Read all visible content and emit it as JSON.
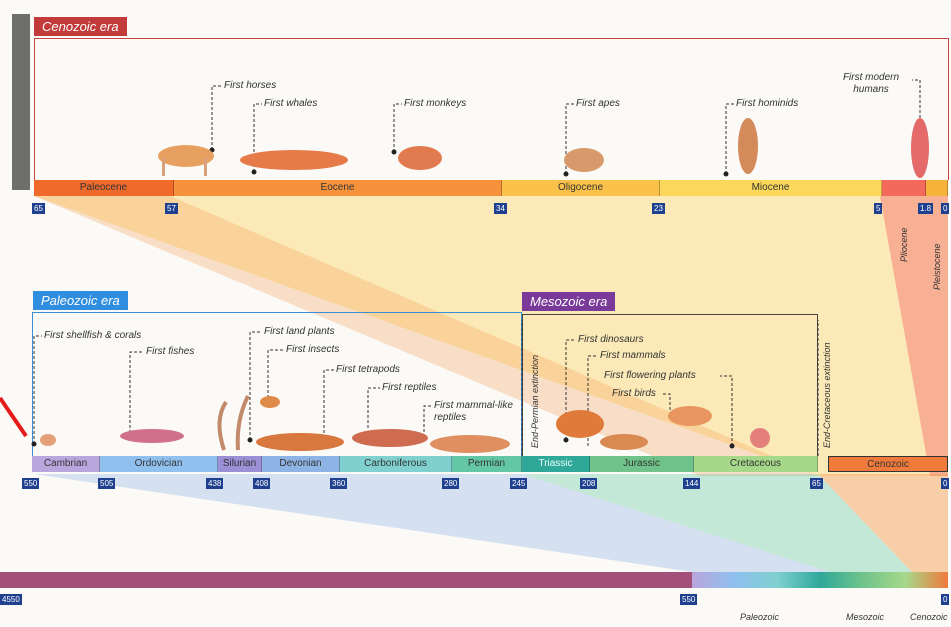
{
  "cenozoic": {
    "title": "Cenozoic era",
    "periods": [
      {
        "label": "Paleocene",
        "color": "#f06a2c"
      },
      {
        "label": "Eocene",
        "color": "#f6923c"
      },
      {
        "label": "Oligocene",
        "color": "#fbc24a"
      },
      {
        "label": "Miocene",
        "color": "#fcd85a"
      },
      {
        "label": "",
        "color": "#f36a5c"
      },
      {
        "label": "",
        "color": "#f7b23b"
      }
    ],
    "ticks": [
      "65",
      "57",
      "34",
      "23",
      "5",
      "1.8",
      "0"
    ],
    "vertical_labels": [
      "Pliocene",
      "Pleistocene"
    ],
    "events": [
      {
        "label": "First horses"
      },
      {
        "label": "First whales"
      },
      {
        "label": "First monkeys"
      },
      {
        "label": "First apes"
      },
      {
        "label": "First hominids"
      },
      {
        "label": "First modern humans"
      }
    ]
  },
  "paleozoic": {
    "title": "Paleozoic era",
    "periods": [
      {
        "label": "Cambrian",
        "color": "#b9a6dd"
      },
      {
        "label": "Ordovician",
        "color": "#8fc0ee"
      },
      {
        "label": "Silurian",
        "color": "#9b8fd6"
      },
      {
        "label": "Devonian",
        "color": "#8eb4e6"
      },
      {
        "label": "Carboniferous",
        "color": "#7fd0cf"
      },
      {
        "label": "Permian",
        "color": "#63c7a6"
      }
    ],
    "ticks": [
      "550",
      "505",
      "438",
      "408",
      "360",
      "280",
      "245"
    ],
    "events": [
      {
        "label": "First shellfish & corals"
      },
      {
        "label": "First fishes"
      },
      {
        "label": "First land plants"
      },
      {
        "label": "First insects"
      },
      {
        "label": "First tetrapods"
      },
      {
        "label": "First reptiles"
      },
      {
        "label": "First mammal-like reptiles"
      }
    ]
  },
  "mesozoic": {
    "title": "Mesozoic era",
    "periods": [
      {
        "label": "Triassic",
        "color": "#2fa89a"
      },
      {
        "label": "Jurassic",
        "color": "#6fc38a"
      },
      {
        "label": "Cretaceous",
        "color": "#a6d88a"
      }
    ],
    "ticks": [
      "208",
      "144",
      "65",
      "0"
    ],
    "cenozoic_block": {
      "label": "Cenozoic",
      "color": "#f07a3c"
    },
    "extinctions": [
      "End-Permian extinction",
      "End-Cretaceous extinction"
    ],
    "events": [
      {
        "label": "First dinosaurs"
      },
      {
        "label": "First mammals"
      },
      {
        "label": "First flowering plants"
      },
      {
        "label": "First birds"
      }
    ]
  },
  "bottom": {
    "ticks": [
      "4550",
      "550",
      "0"
    ],
    "labels": [
      "Paleozoic",
      "Mesozoic",
      "Cenozoic"
    ]
  }
}
